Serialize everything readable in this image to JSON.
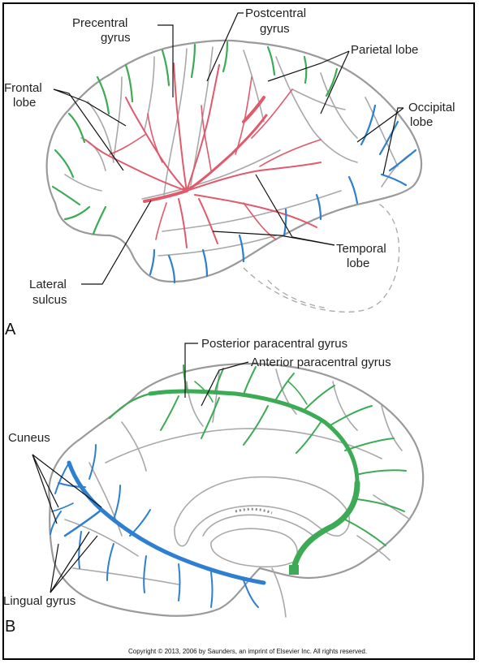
{
  "labels": {
    "precentral": [
      "Precentral",
      "gyrus"
    ],
    "postcentral": [
      "Postcentral",
      "gyrus"
    ],
    "parietal": "Parietal lobe",
    "frontal": [
      "Frontal",
      "lobe"
    ],
    "occipital": [
      "Occipital",
      "lobe"
    ],
    "temporal": [
      "Temporal",
      "lobe"
    ],
    "lateral": [
      "Lateral",
      "sulcus"
    ],
    "posterior_paracentral": "Posterior paracentral gyrus",
    "anterior_paracentral": "Anterior paracentral gyrus",
    "cuneus": "Cuneus",
    "lingual": "Lingual gyrus"
  },
  "panels": {
    "a": "A",
    "b": "B"
  },
  "copyright": "Copyright © 2013, 2006 by Saunders, an imprint of Elsevier Inc. All rights reserved.",
  "colors": {
    "middle_cerebral": "#e05a6c",
    "anterior_cerebral": "#3daa55",
    "posterior_cerebral": "#2f7fd0",
    "outline": "#9a9a9a"
  }
}
